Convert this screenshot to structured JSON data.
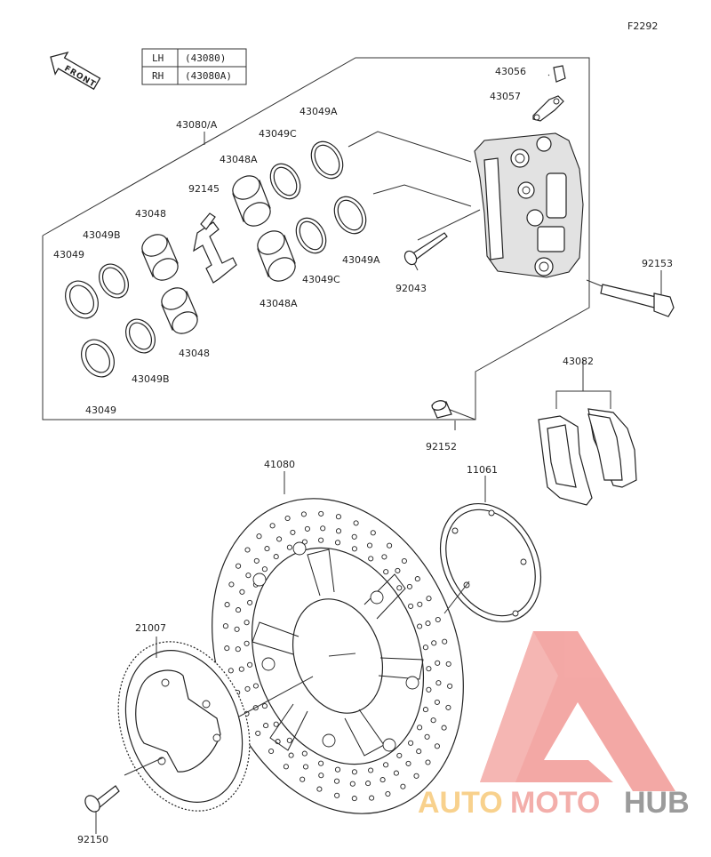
{
  "figure_code": "F2292",
  "front_label": "FRONT",
  "assembly_table": [
    {
      "side": "LH",
      "part": "(43080)"
    },
    {
      "side": "RH",
      "part": "(43080A)"
    }
  ],
  "parts": [
    {
      "id": "43080/A"
    },
    {
      "id": "43056"
    },
    {
      "id": "43057"
    },
    {
      "id": "43049A"
    },
    {
      "id": "43049C"
    },
    {
      "id": "43048A"
    },
    {
      "id": "92145"
    },
    {
      "id": "43048"
    },
    {
      "id": "43049B"
    },
    {
      "id": "43049"
    },
    {
      "id": "43049A"
    },
    {
      "id": "43049C"
    },
    {
      "id": "92043"
    },
    {
      "id": "43048A"
    },
    {
      "id": "92153"
    },
    {
      "id": "43048"
    },
    {
      "id": "43049B"
    },
    {
      "id": "43049"
    },
    {
      "id": "43082"
    },
    {
      "id": "92152"
    },
    {
      "id": "41080"
    },
    {
      "id": "11061"
    },
    {
      "id": "21007"
    },
    {
      "id": "92150"
    }
  ],
  "watermark": {
    "part1": "AUTO",
    "part2": "MOTO",
    "part3": "HUB",
    "colors": {
      "auto": "#f7c97a",
      "moto": "#f1a09c",
      "hub": "#8a8a8a",
      "logo": "#f29a96"
    }
  }
}
